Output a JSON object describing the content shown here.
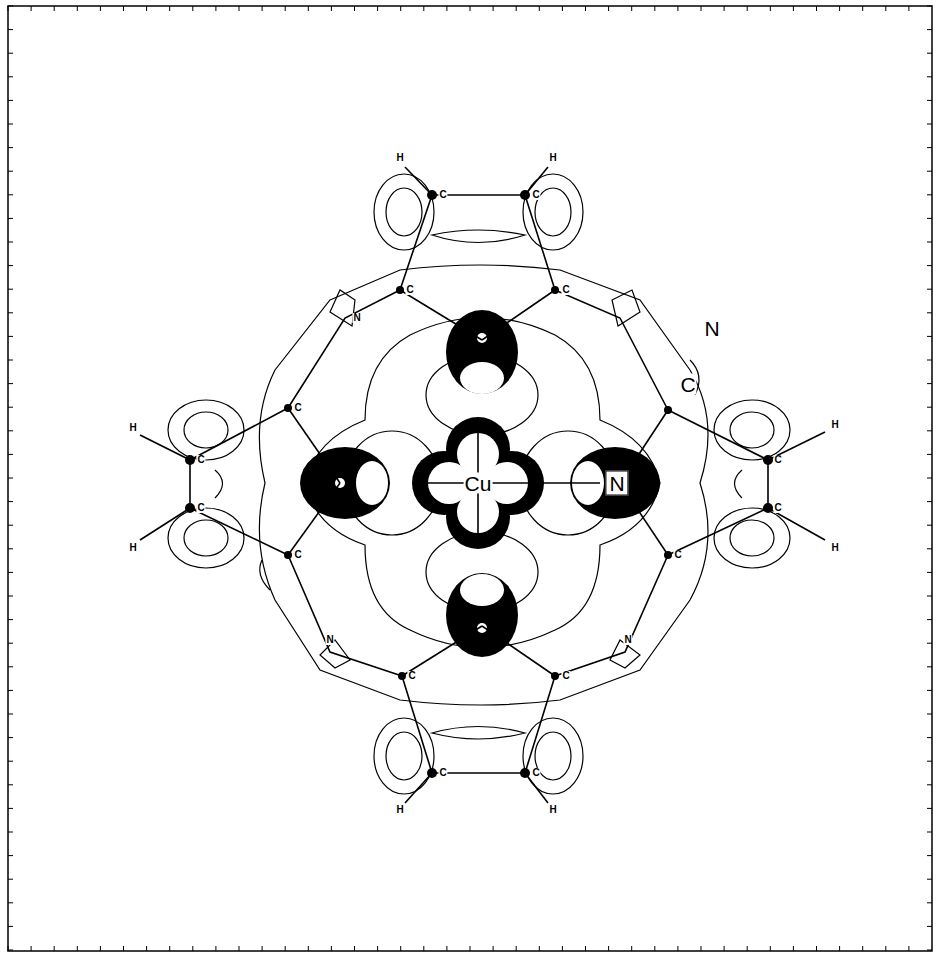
{
  "diagram": {
    "labels": [
      "H",
      "H",
      "C",
      "C",
      "C",
      "C",
      "N",
      "N",
      "H",
      "C",
      "C",
      "H",
      "C",
      "C",
      "Cu",
      "N",
      "C",
      "C",
      "H",
      "H",
      "C",
      "C",
      "N",
      "N",
      "C",
      "C",
      "C",
      "C",
      "H",
      "H"
    ]
  }
}
